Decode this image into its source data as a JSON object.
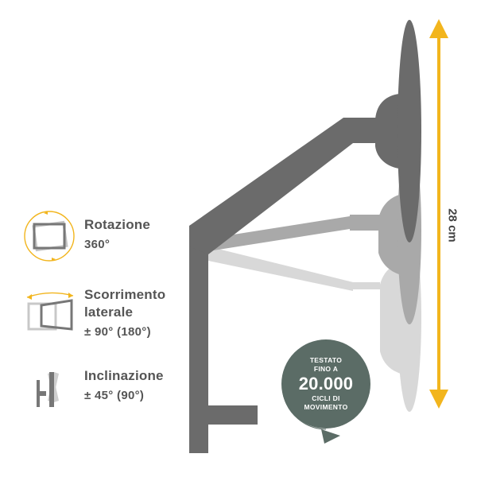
{
  "features": [
    {
      "icon": "rotation-icon",
      "title_lines": [
        "Rotazione"
      ],
      "value": "360°"
    },
    {
      "icon": "lateral-swivel-icon",
      "title_lines": [
        "Scorrimento",
        "laterale"
      ],
      "value": "± 90° (180°)"
    },
    {
      "icon": "tilt-icon",
      "title_lines": [
        "Inclinazione"
      ],
      "value": "± 45° (90°)"
    }
  ],
  "height_label": "28 cm",
  "badge": {
    "line1": "TESTATO",
    "line2": "FINO A",
    "number": "20.000",
    "line3": "CICLI DI",
    "line4": "MOVIMENTO"
  },
  "colors": {
    "arm_dark": "#6b6b6b",
    "arm_mid": "#a9a9a9",
    "arm_light": "#d8d8d8",
    "accent": "#f2b51d",
    "badge": "#5b6c66",
    "text": "#555555"
  }
}
